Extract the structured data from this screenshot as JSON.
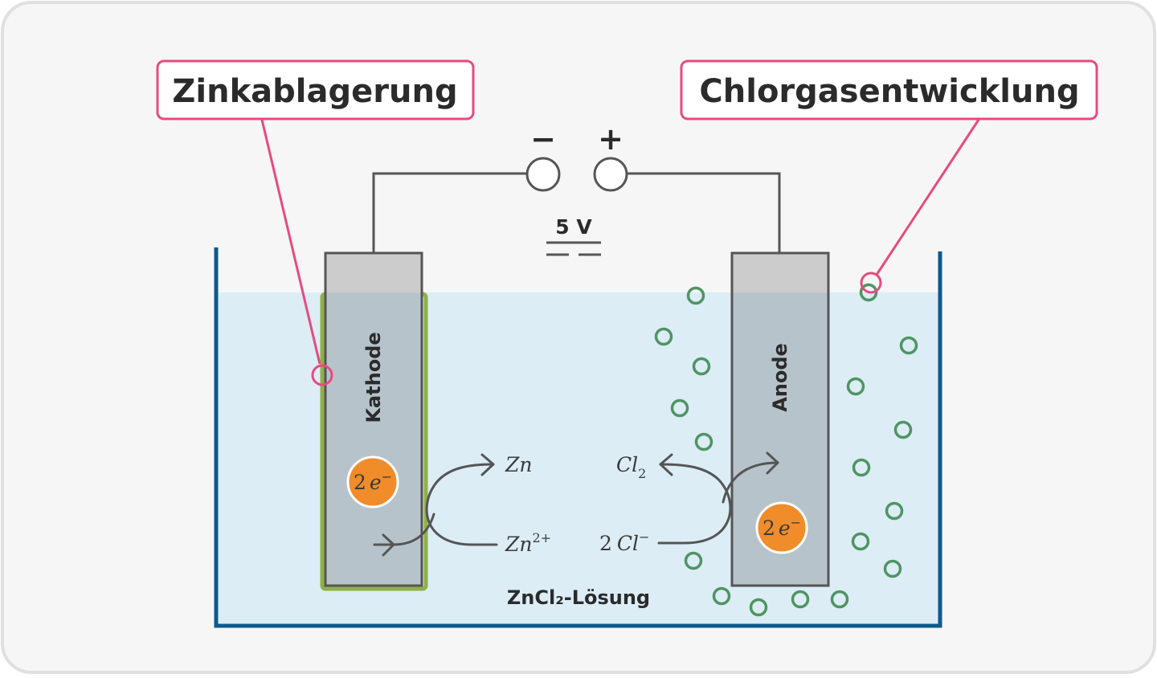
{
  "callouts": {
    "left": "Zinkablagerung",
    "right": "Chlorgasentwicklung"
  },
  "power_supply": {
    "minus": "−",
    "plus": "+",
    "voltage": "5 V"
  },
  "electrodes": {
    "cathode": "Kathode",
    "anode": "Anode"
  },
  "solution": "ZnCl₂-Lösung",
  "reactions": {
    "cathode_product": "Zn",
    "cathode_reactant_base": "Zn",
    "cathode_reactant_charge": "2+",
    "anode_product_base": "Cl",
    "anode_product_sub": "2",
    "anode_reactant_coef": "2",
    "anode_reactant_base": "Cl",
    "anode_reactant_charge": "−",
    "electrons_coef": "2",
    "electrons_symbol": "e",
    "electrons_charge": "−"
  },
  "colors": {
    "frame_bg": "#f6f6f6",
    "frame_border": "#e0e0e0",
    "callout_pink": "#e84a7f",
    "tank_blue": "#0d5a8c",
    "solution_blue": "#dcedf6",
    "electrode_gray": "#b7c3ca",
    "electrode_top": "#cccccc",
    "zinc_layer": "#8fb049",
    "electron_orange": "#f08c2a",
    "bubble_green": "#4f9463",
    "wire_gray": "#555555"
  }
}
